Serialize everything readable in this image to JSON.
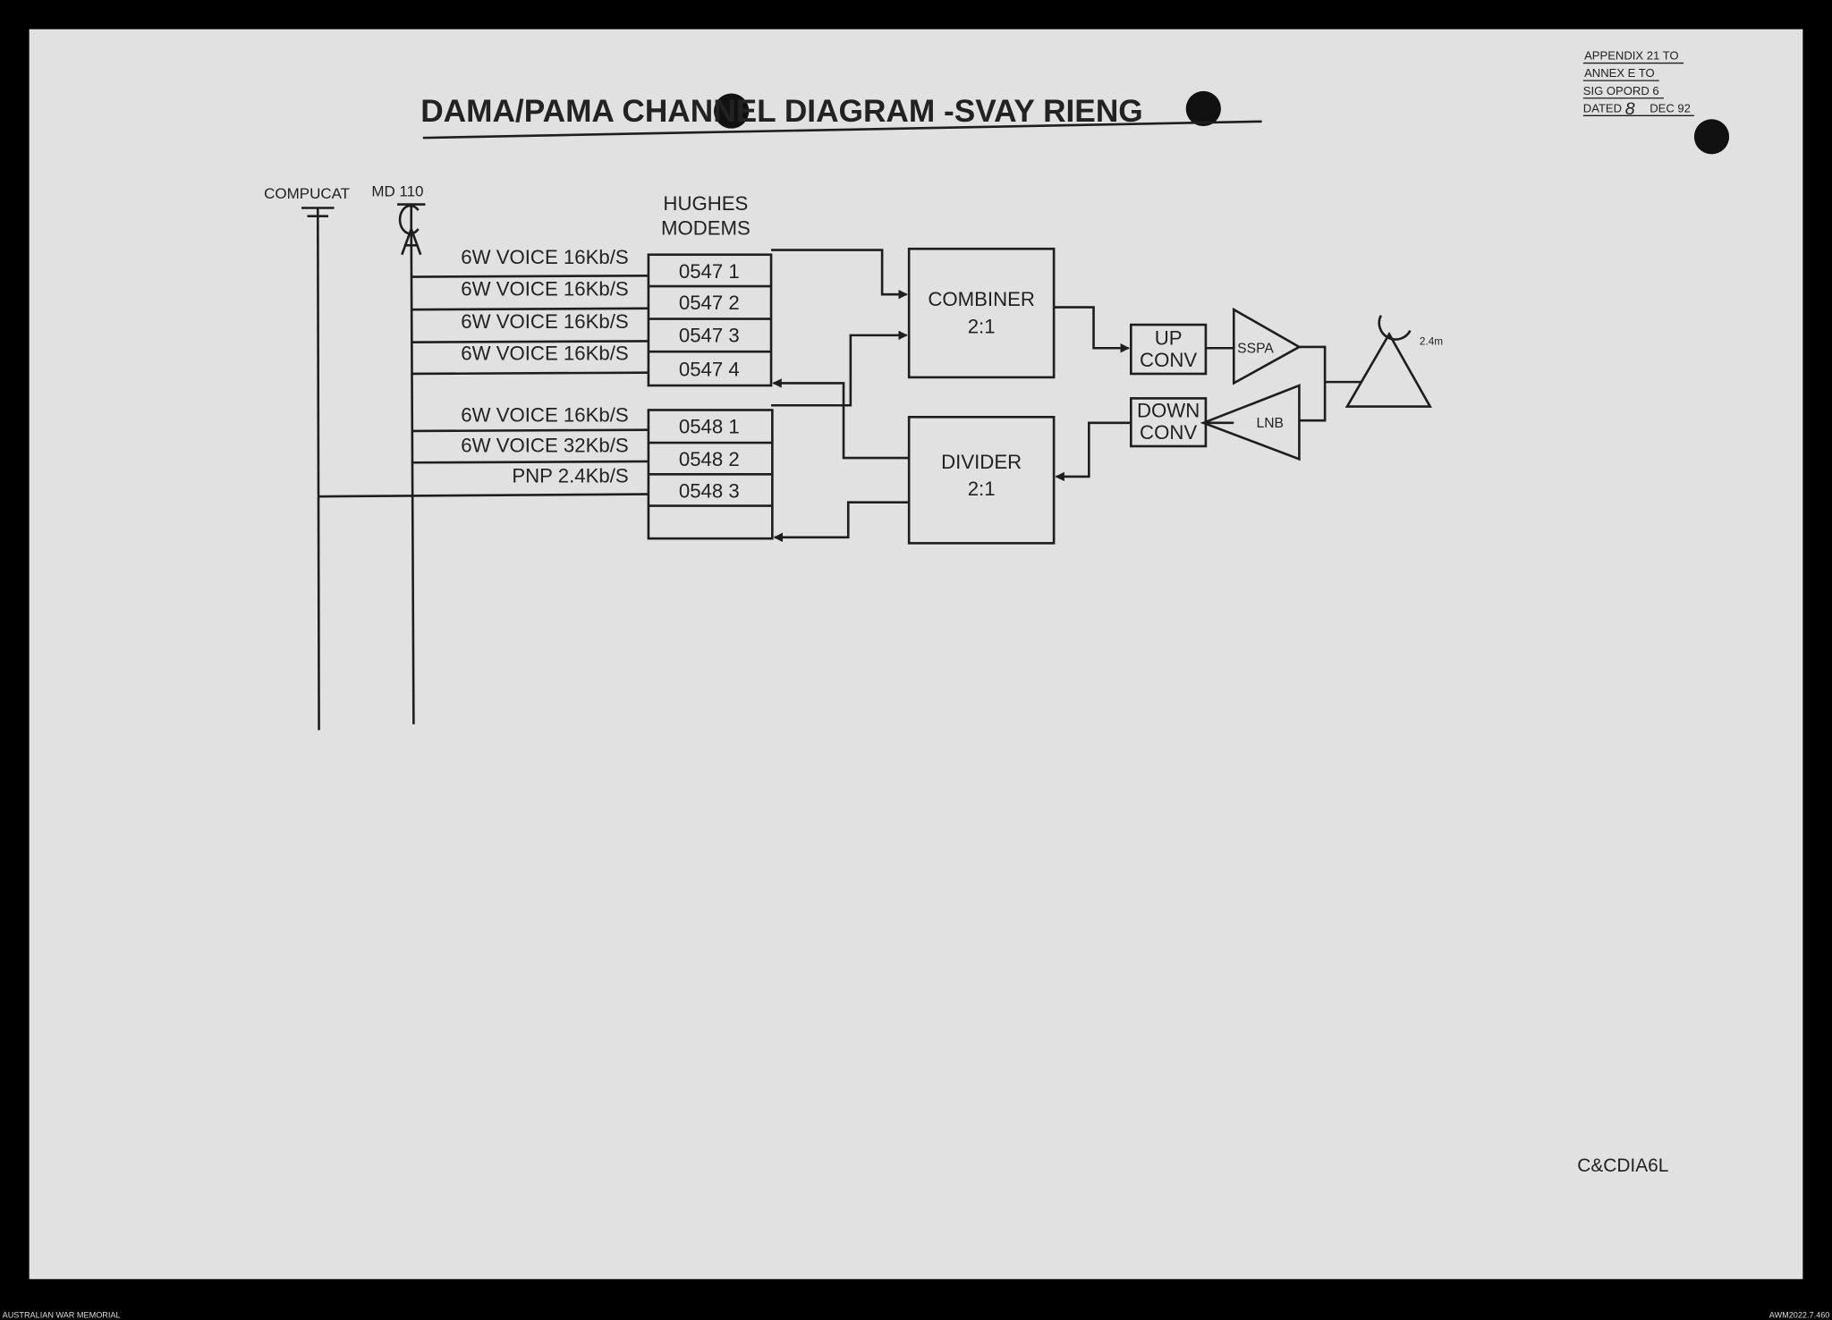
{
  "document": {
    "title": "DAMA/PAMA CHANNEL DIAGRAM -SVAY RIENG",
    "appendix": [
      "APPENDIX 21 TO",
      "ANNEX E TO",
      "SIG OPORD 6",
      "DATED",
      "8",
      "DEC 92"
    ],
    "reference_code": "C&CDIA6L"
  },
  "diagram": {
    "compucat": "COMPUCAT",
    "md110": "MD 110",
    "modems_header": [
      "HUGHES",
      "MODEMS"
    ],
    "channels": [
      {
        "label": "6W VOICE 16Kb/S",
        "modem": "0547 1"
      },
      {
        "label": "6W VOICE 16Kb/S",
        "modem": "0547 2"
      },
      {
        "label": "6W VOICE 16Kb/S",
        "modem": "0547 3"
      },
      {
        "label": "6W VOICE 16Kb/S",
        "modem": "0547 4"
      },
      {
        "label": "6W VOICE 16Kb/S",
        "modem": "0548 1"
      },
      {
        "label": "6W VOICE 32Kb/S",
        "modem": "0548 2"
      },
      {
        "label": "PNP 2.4Kb/S",
        "modem": "0548 3"
      }
    ],
    "combiner": [
      "COMBINER",
      "2:1"
    ],
    "divider": [
      "DIVIDER",
      "2:1"
    ],
    "up_conv": [
      "UP",
      "CONV"
    ],
    "down_conv": [
      "DOWN",
      "CONV"
    ],
    "sspa": "SSPA",
    "lnb": "LNB",
    "antenna_size": "2.4m"
  },
  "footer": {
    "left": "AUSTRALIAN WAR MEMORIAL",
    "right": "AWM2022.7.460"
  }
}
